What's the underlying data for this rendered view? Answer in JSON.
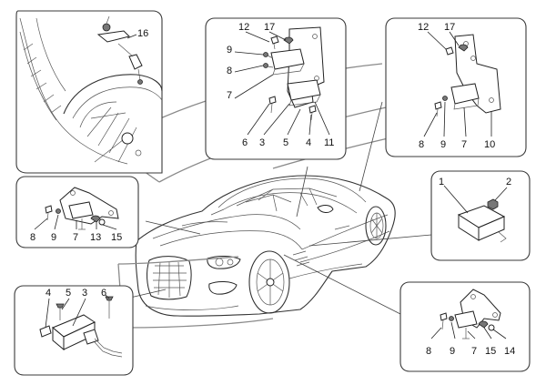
{
  "callouts": {
    "p_wheel": [
      "16"
    ],
    "p_top_center": [
      "12",
      "17",
      "9",
      "8",
      "7",
      "6",
      "3",
      "5",
      "4",
      "11"
    ],
    "p_top_right": [
      "12",
      "17",
      "8",
      "9",
      "7",
      "10"
    ],
    "p_left": [
      "8",
      "9",
      "7",
      "13",
      "15"
    ],
    "p_right": [
      "1",
      "2"
    ],
    "p_bottom_left": [
      "4",
      "5",
      "3",
      "6"
    ],
    "p_bottom_right": [
      "8",
      "9",
      "7",
      "15",
      "14"
    ]
  },
  "colors": {
    "line": "#222222",
    "band": "#8a8a8a",
    "background": "#ffffff"
  }
}
